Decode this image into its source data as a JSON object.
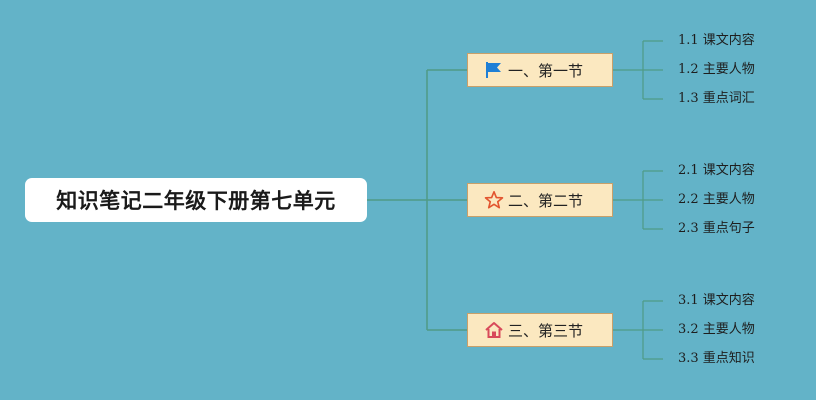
{
  "root": {
    "title": "知识笔记二年级下册第七单元"
  },
  "sections": [
    {
      "label": "一、第一节",
      "icon": "flag-icon",
      "items": [
        "1.1 课文内容",
        "1.2 主要人物",
        "1.3 重点词汇"
      ]
    },
    {
      "label": "二、第二节",
      "icon": "star-icon",
      "items": [
        "2.1 课文内容",
        "2.2 主要人物",
        "2.3 重点句子"
      ]
    },
    {
      "label": "三、第三节",
      "icon": "home-icon",
      "items": [
        "3.1 课文内容",
        "3.2 主要人物",
        "3.3 重点知识"
      ]
    }
  ],
  "colors": {
    "background": "#63b3c8",
    "connector": "#4f9a86",
    "section_fill": "#fbe8c0",
    "flag_icon": "#1f7fd6",
    "star_icon": "#e2552f",
    "home_icon": "#d84a5a"
  }
}
